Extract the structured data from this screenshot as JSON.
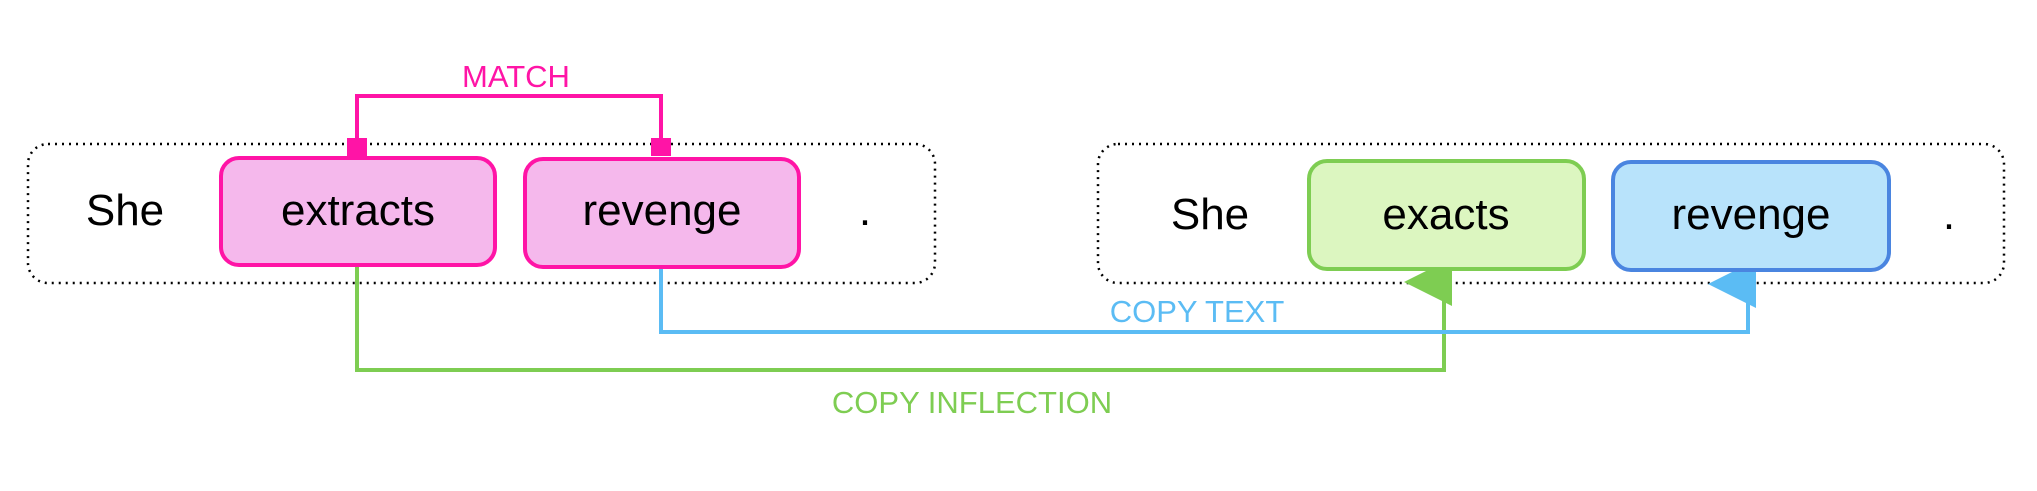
{
  "colors": {
    "match": "#ff14a6",
    "match_fill": "#f5b8ec",
    "inflection": "#7ecd52",
    "inflection_fill": "#dcf6c0",
    "text_copy": "#5bbcf4",
    "text_copy_fill": "#b8e3fb",
    "text_copy_border": "#4a85e0",
    "ink": "#000000"
  },
  "source_sentence": {
    "tokens": [
      "She",
      "extracts",
      "revenge",
      "."
    ]
  },
  "target_sentence": {
    "tokens": [
      "She",
      "exacts",
      "revenge",
      "."
    ]
  },
  "labels": {
    "match": "MATCH",
    "copy_text": "COPY TEXT",
    "copy_inflection": "COPY INFLECTION"
  }
}
